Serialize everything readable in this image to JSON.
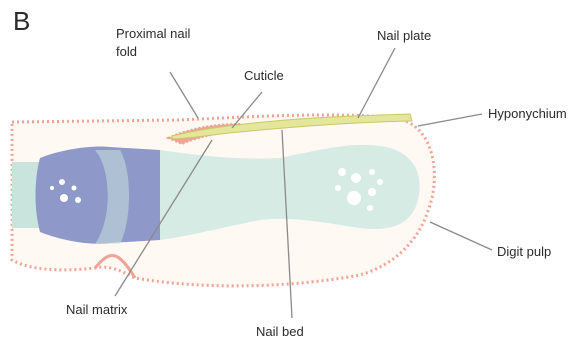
{
  "panel_letter": "B",
  "labels": {
    "proximal_nail_fold_line1": "Proximal nail",
    "proximal_nail_fold_line2": "fold",
    "cuticle": "Cuticle",
    "nail_plate": "Nail plate",
    "hyponychium": "Hyponychium",
    "digit_pulp": "Digit pulp",
    "nail_matrix": "Nail matrix",
    "nail_bed": "Nail bed"
  },
  "colors": {
    "skin_outline": "#f0a497",
    "skin_fill": "#fff8f3",
    "bone_distal": "#d7ebe5",
    "bone_middle": "#8e98c9",
    "bone_proximal": "#c8e4dc",
    "nail_plate": "#e4e79a",
    "leader_line": "#8a8a8a"
  }
}
